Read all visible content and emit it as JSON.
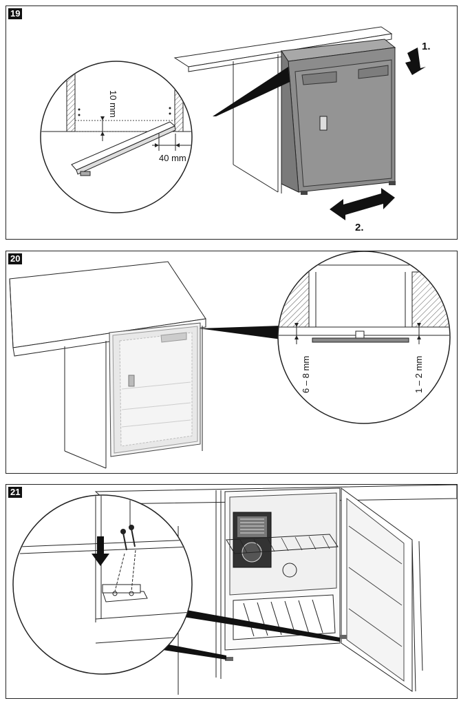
{
  "figures": [
    {
      "number": "19",
      "labels": {
        "dim_vertical": "10 mm",
        "dim_horizontal": "40 mm",
        "step1": "1.",
        "step2": "2."
      }
    },
    {
      "number": "20",
      "labels": {
        "gap_left": "6 – 8 mm",
        "gap_right": "1 – 2 mm"
      }
    },
    {
      "number": "21",
      "labels": {}
    }
  ],
  "colors": {
    "line": "#222222",
    "fridge_fill": "#8c8c8c",
    "hatch": "#555555"
  }
}
